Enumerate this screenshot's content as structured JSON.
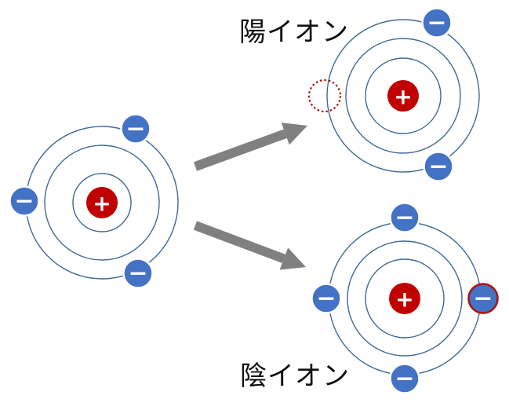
{
  "labels": {
    "cation": "陽イオン",
    "anion": "陰イオン"
  },
  "symbols": {
    "proton": "+",
    "electron": "−"
  },
  "colors": {
    "shell": "#3e6a96",
    "nucleus": "#c00000",
    "electron": "#4472c4",
    "electron_border": "#ffffff",
    "added_electron_border": "#b01010",
    "vacancy": "#b01010",
    "arrow": "#808080"
  },
  "diagram": {
    "atoms": [
      {
        "id": "neutral-atom",
        "shells": 3,
        "electrons": 3
      },
      {
        "id": "cation-atom",
        "shells": 3,
        "electrons": 2,
        "vacancies": 1
      },
      {
        "id": "anion-atom",
        "shells": 3,
        "electrons": 4,
        "added_electrons": 1
      }
    ],
    "arrows": [
      {
        "id": "arrow-to-cation",
        "from": "neutral-atom",
        "to": "cation-atom"
      },
      {
        "id": "arrow-to-anion",
        "from": "neutral-atom",
        "to": "anion-atom"
      }
    ]
  }
}
